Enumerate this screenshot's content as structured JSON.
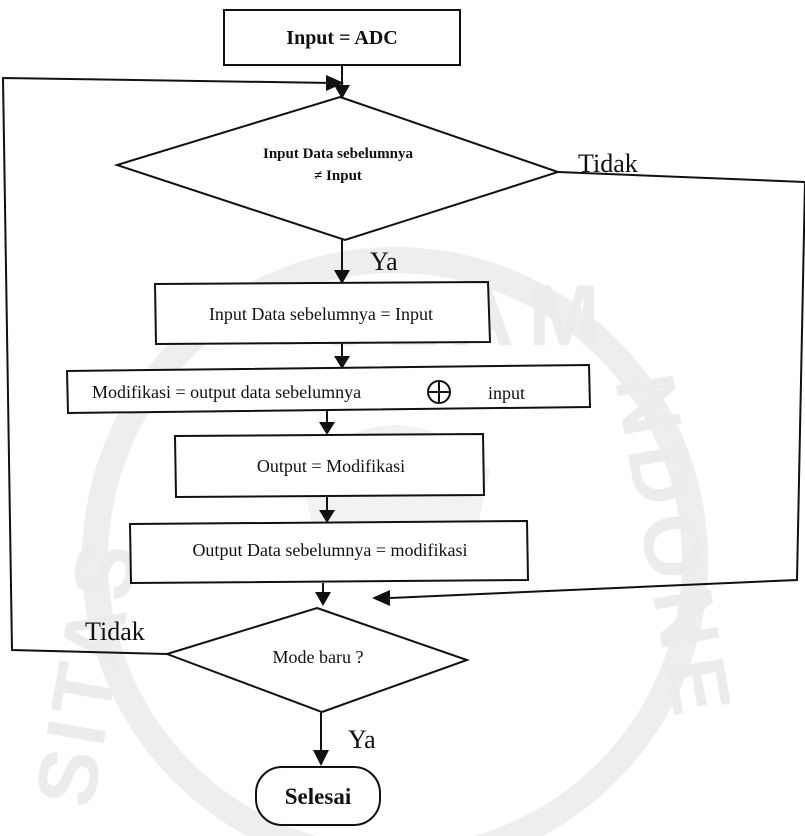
{
  "flowchart": {
    "start_box": "Input = ADC",
    "decision1": {
      "line1": "Input Data sebelumnya",
      "line2": "≠ Input",
      "no_label": "Tidak",
      "yes_label": "Ya"
    },
    "process": [
      "Input Data sebelumnya = Input",
      {
        "left": "Modifikasi = output data sebelumnya",
        "right": "input"
      },
      "Output = Modifikasi",
      "Output Data sebelumnya = modifikasi"
    ],
    "decision2": {
      "text": "Mode baru ?",
      "no_label": "Tidak",
      "yes_label": "Ya"
    },
    "terminator": "Selesai"
  },
  "watermark": {
    "letters_left": "SITAS",
    "letters_top": "ISLAM",
    "letters_right": "NDONE",
    "color": "#ececec"
  }
}
